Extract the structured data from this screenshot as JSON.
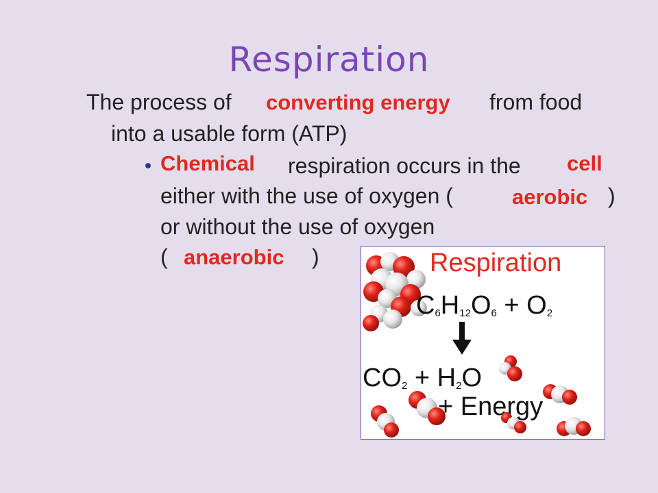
{
  "slide": {
    "title": "Respiration",
    "definition": {
      "part1": "The process of",
      "highlight": "converting energy",
      "part2": "from food",
      "line2": "into a usable form (ATP)"
    },
    "bullet": {
      "term": "Chemical",
      "text1": "respiration occurs in the",
      "cell": "cell",
      "line2_text": "either with the use of oxygen (",
      "aerobic": "aerobic",
      "line2_close": ")",
      "line3": "or without the use of oxygen",
      "line4_open": "(",
      "anaerobic": "anaerobic",
      "line4_close": ")"
    },
    "figure": {
      "title": "Respiration",
      "reactants": "C6H12O6 + O2",
      "products": "CO2 + H2O",
      "energy": "+ Energy"
    },
    "colors": {
      "background": "#e4deec",
      "title": "#7b46b5",
      "highlight": "#e0291f",
      "oxygen_atom": "#e2231a",
      "hydrogen_atom": "#e8e8e8"
    }
  }
}
